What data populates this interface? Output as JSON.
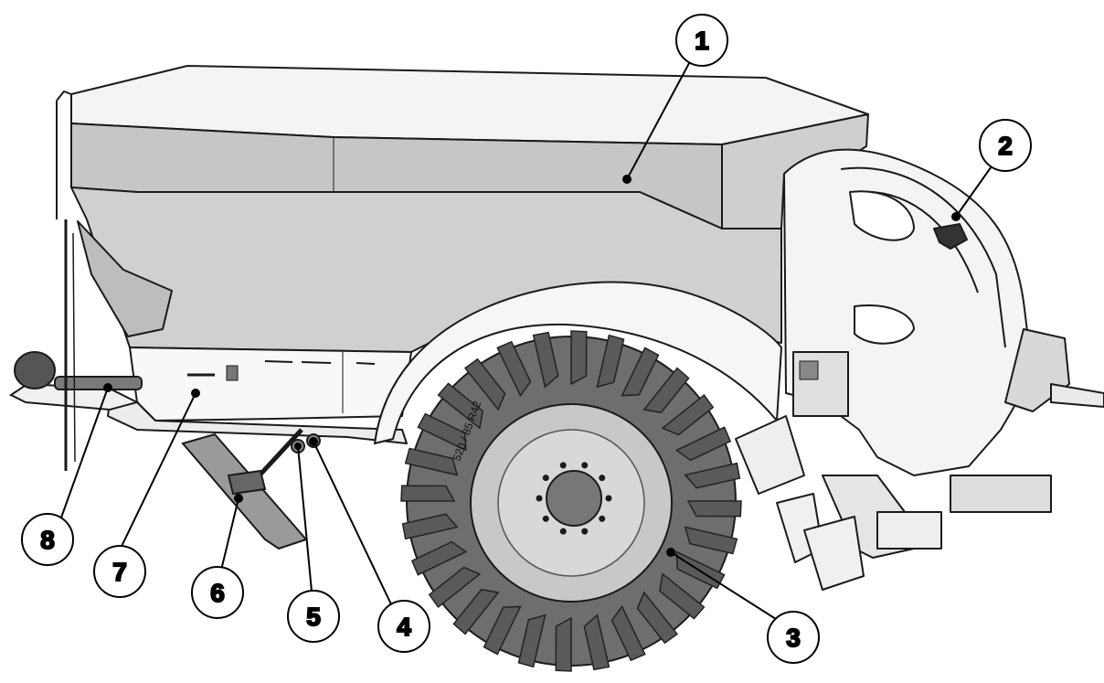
{
  "diagram": {
    "tire_marking": "520 / 85 R42",
    "callouts": [
      {
        "id": "1",
        "label": "1"
      },
      {
        "id": "2",
        "label": "2"
      },
      {
        "id": "3",
        "label": "3"
      },
      {
        "id": "4",
        "label": "4"
      },
      {
        "id": "5",
        "label": "5"
      },
      {
        "id": "6",
        "label": "6"
      },
      {
        "id": "7",
        "label": "7"
      },
      {
        "id": "8",
        "label": "8"
      }
    ],
    "colors": {
      "hopper": "#c6c6c6",
      "hopper_light": "#d4d4d4",
      "tire": "#6e6e6e",
      "rim": "#c8c8c8",
      "outline": "#1a1a1a"
    }
  }
}
